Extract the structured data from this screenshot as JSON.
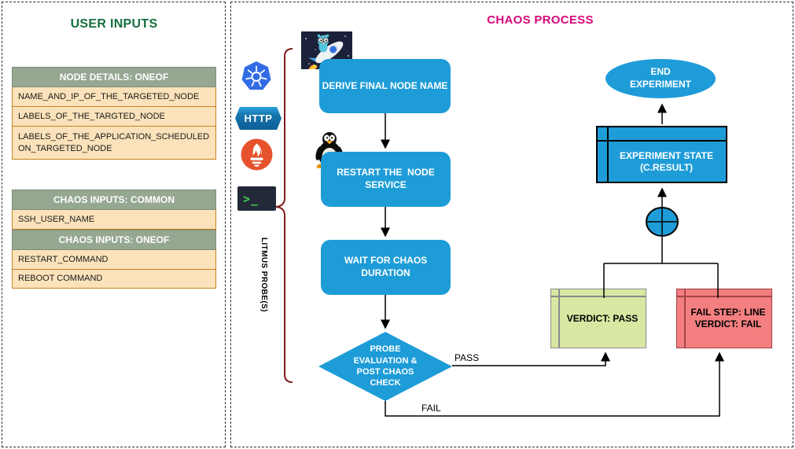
{
  "user_inputs": {
    "title": "USER INPUTS",
    "tables": [
      {
        "header": "NODE DETAILS: ONEOF",
        "rows": [
          "NAME_AND_IP_OF_THE_TARGETED_NODE",
          "LABELS_OF_THE_TARGTED_NODE",
          "LABELS_OF_THE_APPLICATION_SCHEDULED ON_TARGETED_NODE"
        ]
      },
      {
        "header": "CHAOS INPUTS: COMMON",
        "rows": [
          "SSH_USER_NAME"
        ]
      },
      {
        "header": "CHAOS INPUTS: ONEOF",
        "rows": [
          "RESTART_COMMAND",
          "REBOOT COMMAND"
        ]
      }
    ]
  },
  "chaos_process": {
    "title": "CHAOS PROCESS",
    "probes_label": "LITMUS PROBE(S)",
    "http_badge": "HTTP",
    "terminal_prompt": ">_",
    "nodes": {
      "derive": "DERIVE FINAL NODE NAME",
      "restart": "RESTART THE  NODE SERVICE",
      "wait": "WAIT FOR CHAOS DURATION",
      "probe_eval": "PROBE EVALUATION & POST CHAOS CHECK",
      "verdict_pass": "VERDICT: PASS",
      "verdict_fail_line1": "FAIL STEP: LINE",
      "verdict_fail_line2": "VERDICT: FAIL",
      "experiment_state_line1": "EXPERIMENT STATE",
      "experiment_state_line2": "(C.RESULT)",
      "end": "END EXPERIMENT"
    },
    "edge_labels": {
      "pass": "PASS",
      "fail": "FAIL"
    },
    "icons": [
      "kubernetes-icon",
      "http-badge",
      "prometheus-icon",
      "terminal-icon",
      "rocket-image",
      "tux-linux-icon"
    ]
  },
  "colors": {
    "flow_blue": "#1e9cd8",
    "table_header_green": "#96a792",
    "table_row_peach": "#fbe2ba",
    "table_row_border": "#c8831e",
    "user_inputs_title": "#166f3f",
    "chaos_title": "#d6087a",
    "brace_maroon": "#7f1d1d",
    "pass_green": "#d8e8a2",
    "fail_red": "#f47f80",
    "kubernetes_blue": "#326ce5",
    "prometheus_orange": "#e6522c"
  }
}
